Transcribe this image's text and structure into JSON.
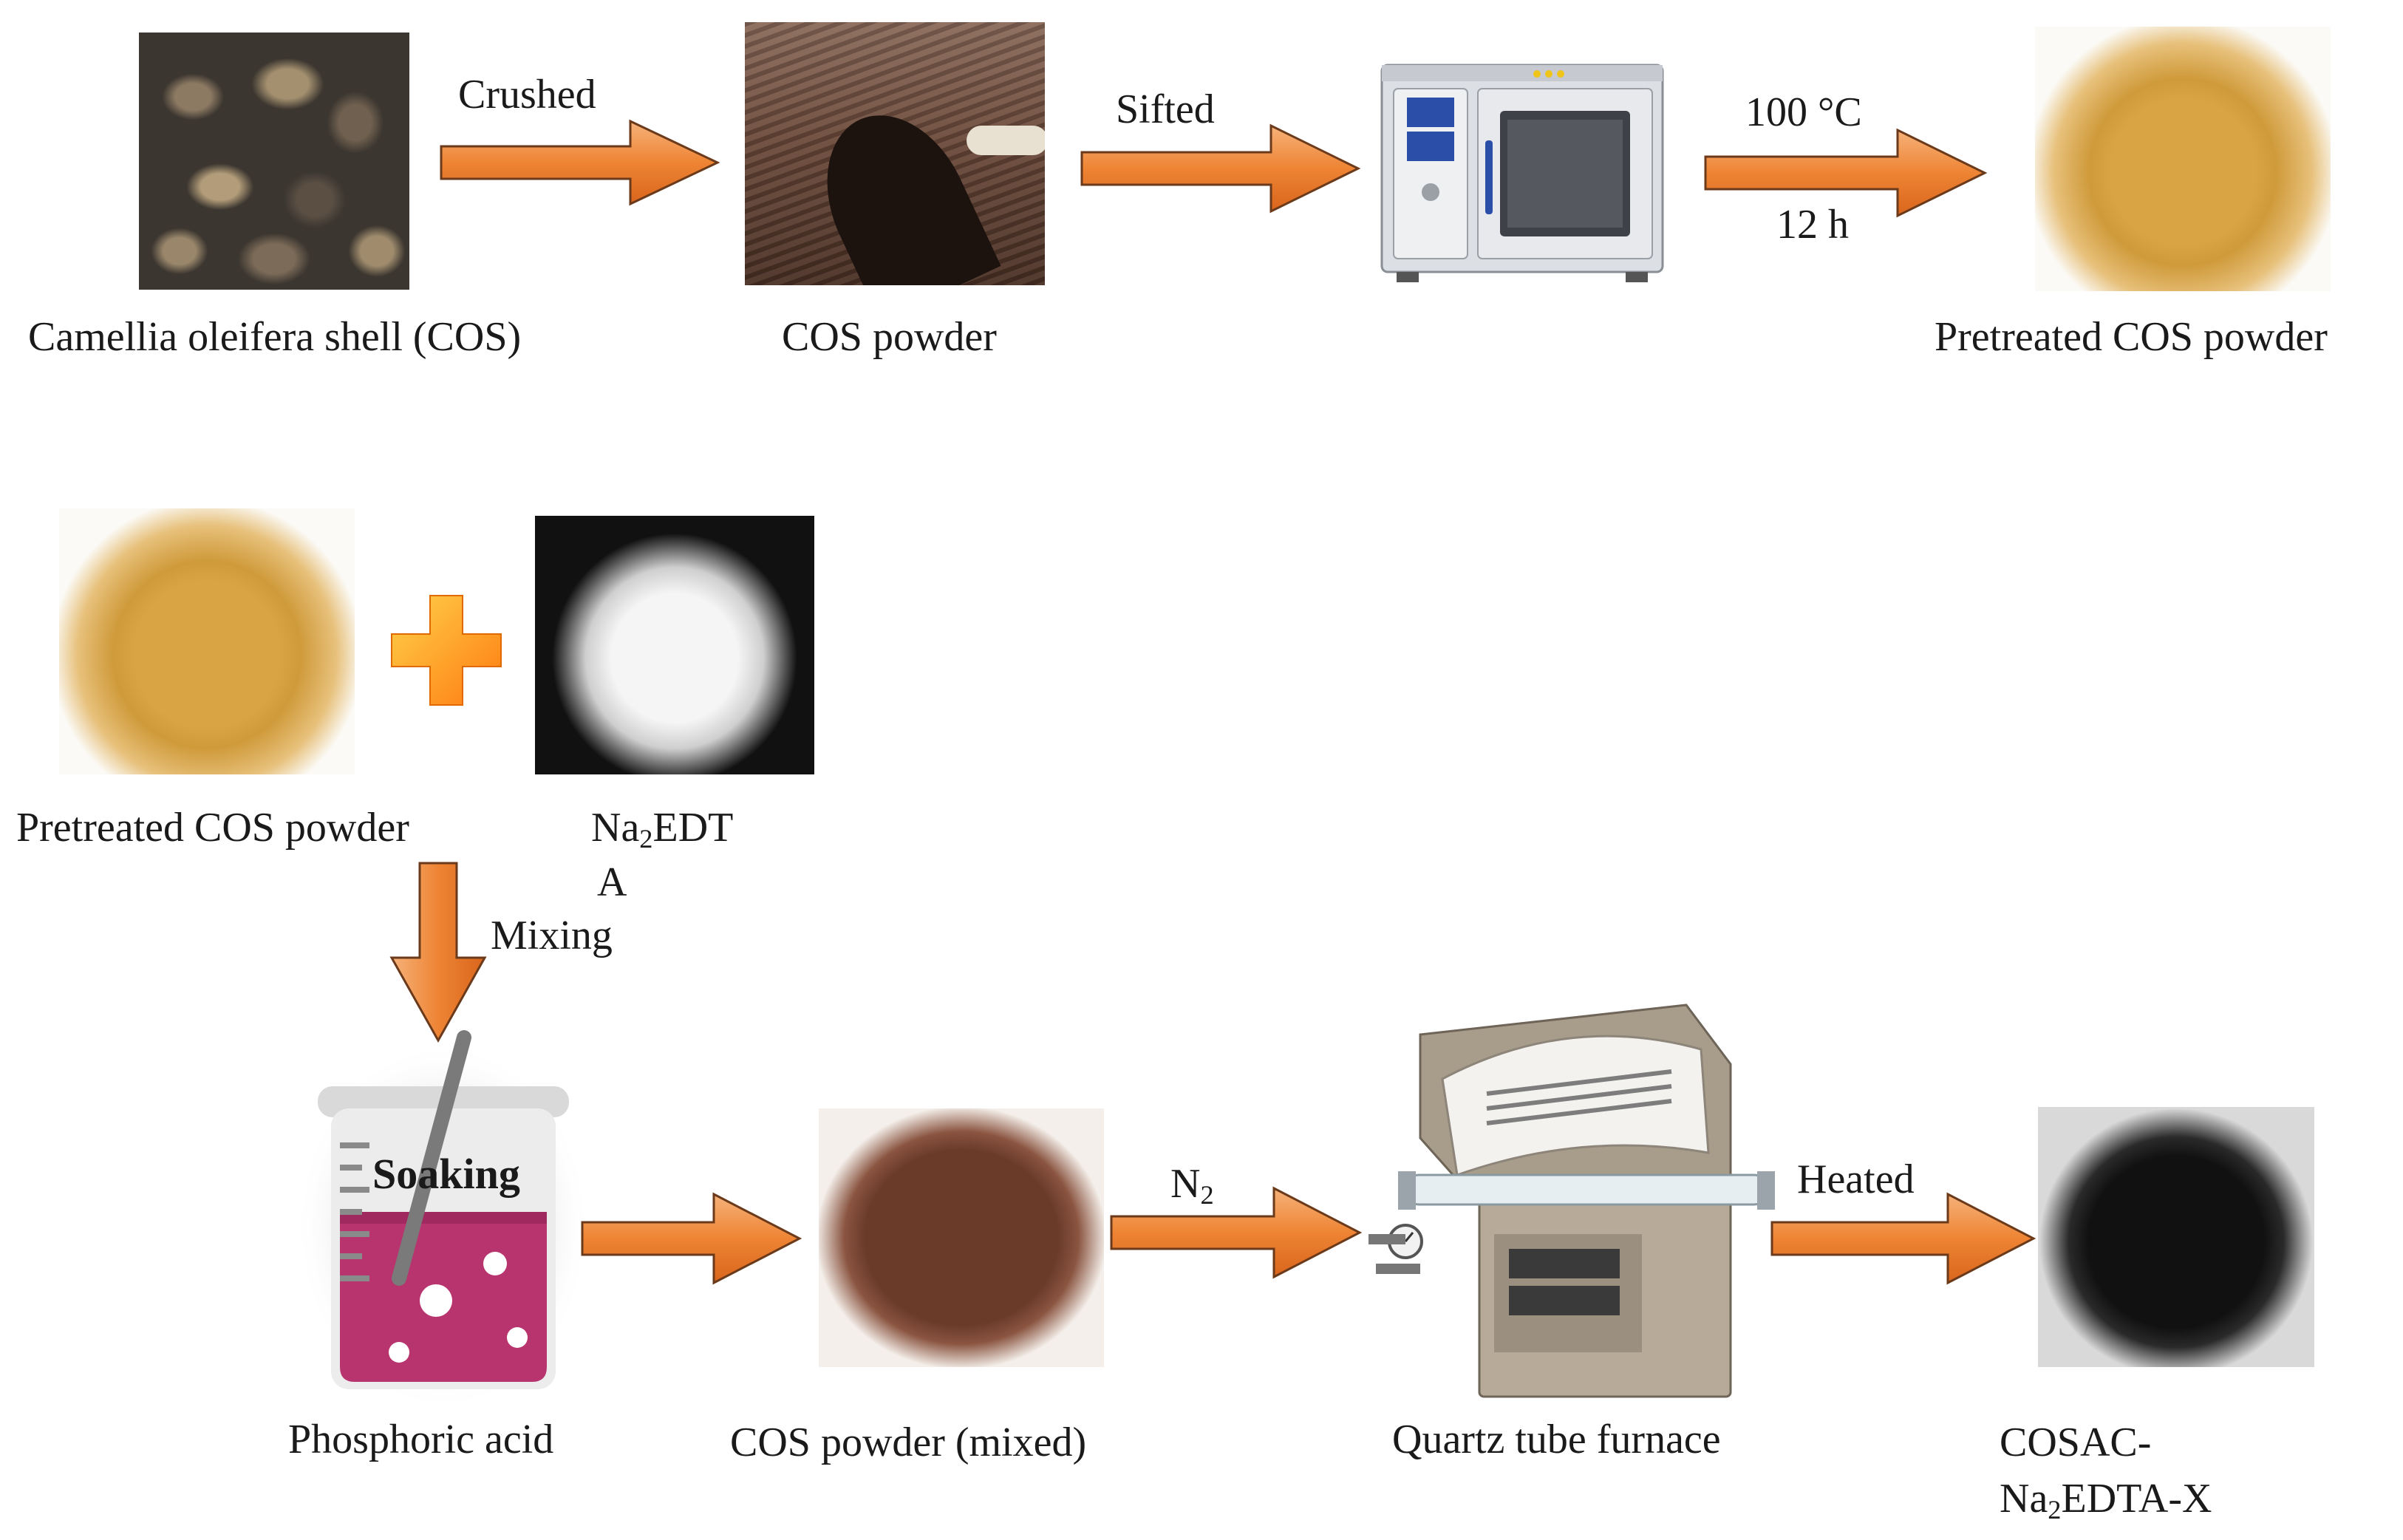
{
  "row1": {
    "shell_label": "Camellia oleifera shell (COS)",
    "arrow1_label": "Crushed",
    "powder_label": "COS powder",
    "arrow2_label": "Sifted",
    "arrow3_temp": "100 °C",
    "arrow3_time": "12 h",
    "pretreated_label": "Pretreated COS powder"
  },
  "row2": {
    "pretreated_label": "Pretreated COS powder",
    "na2edta_pre": "Na",
    "na2edta_sub": "2",
    "na2edta_post": "EDT",
    "na2edta_wrap": "A",
    "mixing_label": "Mixing"
  },
  "row3": {
    "soaking_label": "Soaking",
    "phosphoric_label": "Phosphoric acid",
    "mixed_label": "COS powder (mixed)",
    "n2_pre": "N",
    "n2_sub": "2",
    "furnace_label": "Quartz tube furnace",
    "heated_label": "Heated",
    "product_line1": "COSAC-",
    "product_pre": "Na",
    "product_sub": "2",
    "product_post": "EDTA-X"
  },
  "colors": {
    "arrow_orange": "#f08a3c",
    "arrow_outline": "#6b3a1a",
    "plus_orange": "#ff8c1a"
  }
}
